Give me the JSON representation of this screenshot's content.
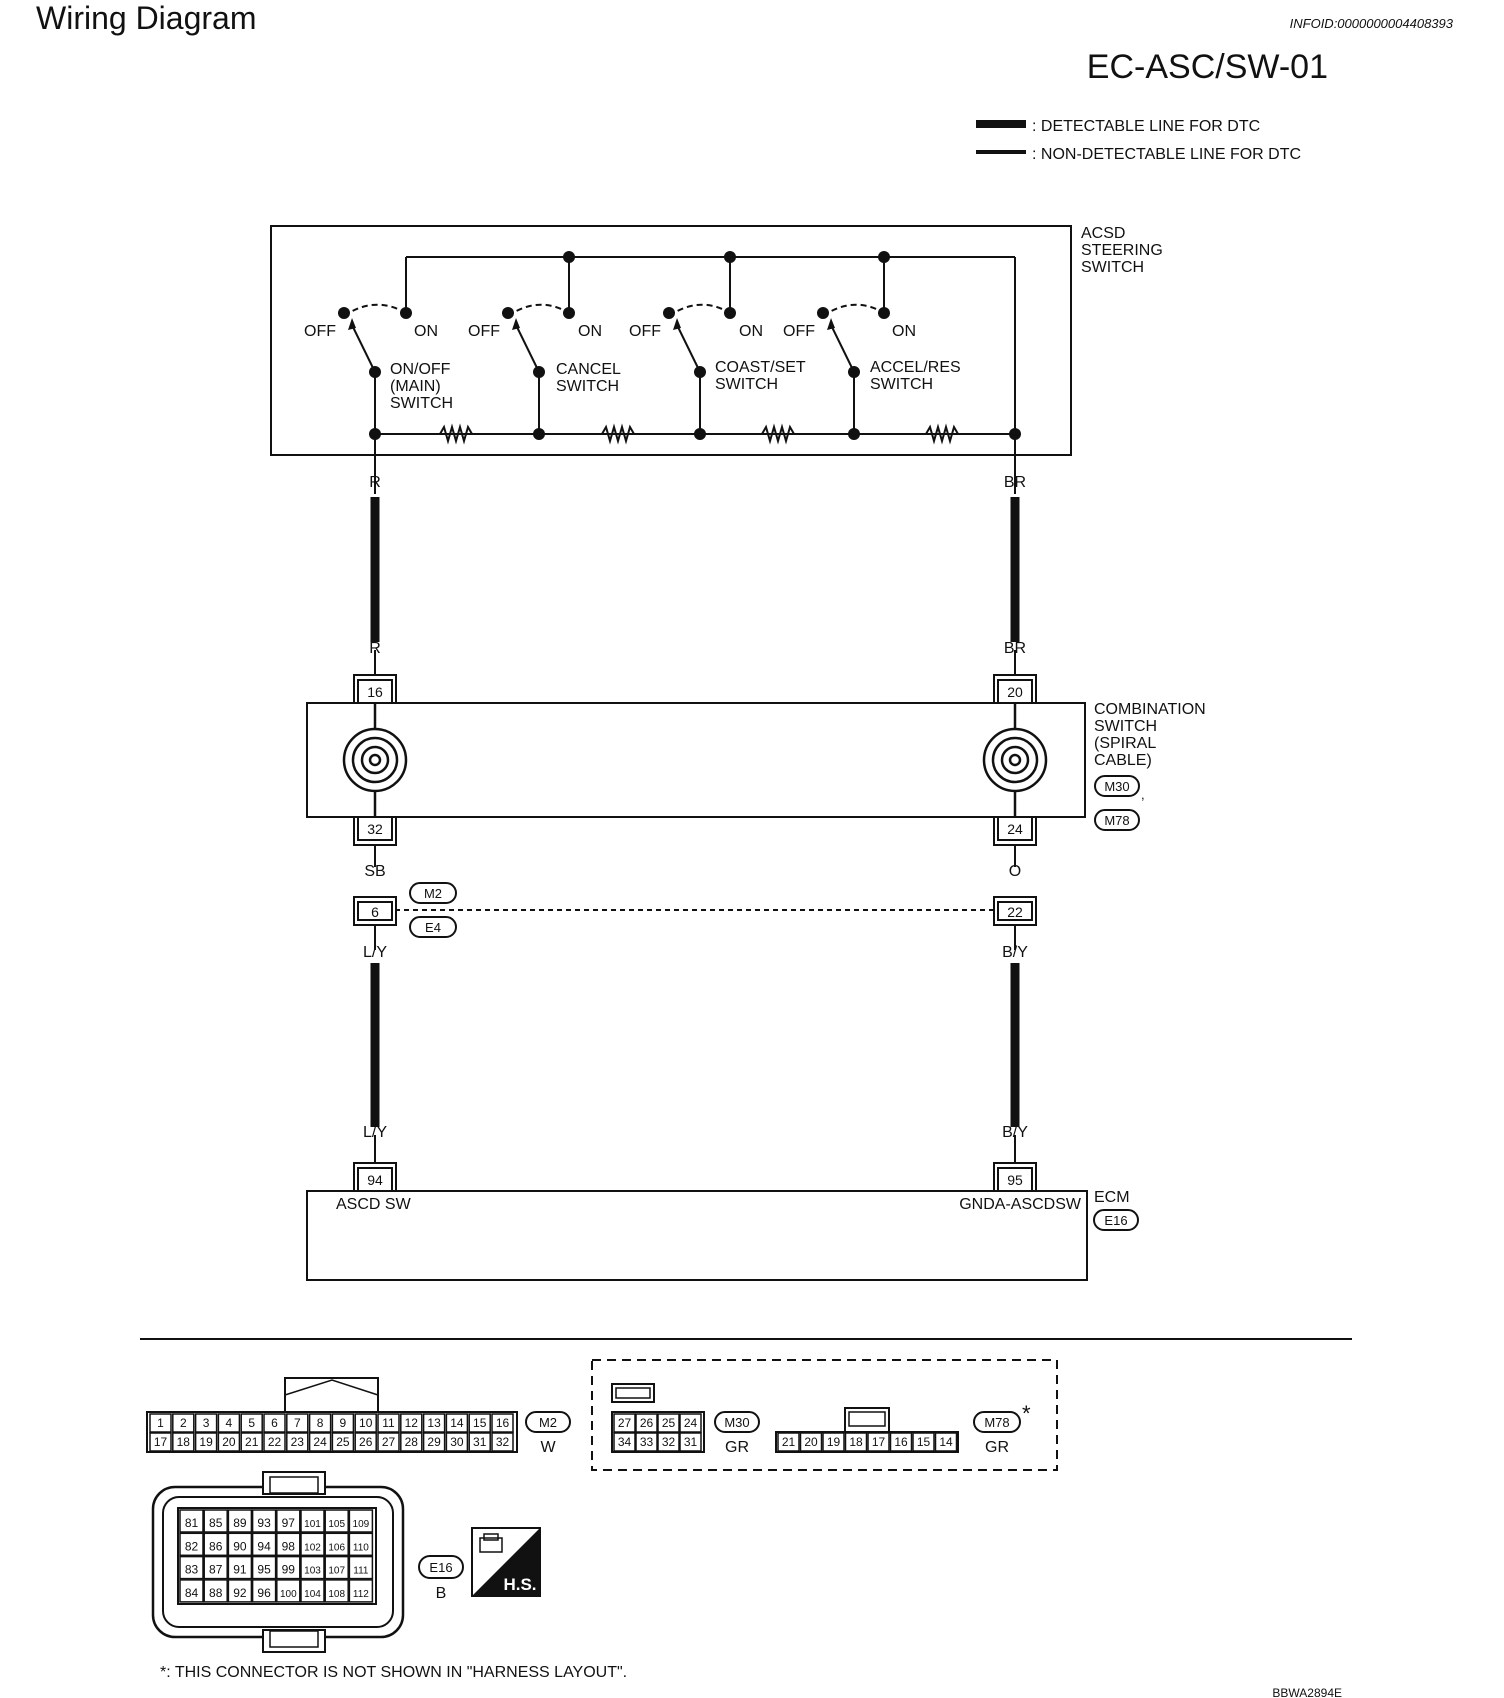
{
  "header": {
    "title": "Wiring Diagram",
    "info_id": "INFOID:0000000004408393",
    "diagram_code": "EC-ASC/SW-01"
  },
  "legend": {
    "detectable": ": DETECTABLE LINE FOR DTC",
    "non_detectable": ": NON-DETECTABLE LINE FOR DTC"
  },
  "steering_switch": {
    "title": [
      "ACSD",
      "STEERING",
      "SWITCH"
    ],
    "off_label": "OFF",
    "on_label": "ON",
    "switches": [
      {
        "label": [
          "ON/OFF",
          "(MAIN)",
          "SWITCH"
        ]
      },
      {
        "label": [
          "CANCEL",
          "SWITCH"
        ]
      },
      {
        "label": [
          "COAST/SET",
          "SWITCH"
        ]
      },
      {
        "label": [
          "ACCEL/RES",
          "SWITCH"
        ]
      }
    ]
  },
  "wires": {
    "left_top": "R",
    "left_top2": "R",
    "right_top": "BR",
    "right_top2": "BR",
    "left_mid": "SB",
    "right_mid": "O",
    "left_low": "L/Y",
    "left_low2": "L/Y",
    "right_low": "B/Y",
    "right_low2": "B/Y"
  },
  "combination_switch": {
    "title": [
      "COMBINATION",
      "SWITCH",
      "(SPIRAL",
      "CABLE)"
    ],
    "connectors": [
      "M30",
      "M78"
    ],
    "pins": {
      "left_in": "16",
      "right_in": "20",
      "left_out": "32",
      "right_out": "24"
    }
  },
  "harness_connector": {
    "ids": [
      "M2",
      "E4"
    ],
    "pins": {
      "left": "6",
      "right": "22"
    }
  },
  "ecm": {
    "title": "ECM",
    "connector": "E16",
    "pins": {
      "left": "94",
      "right": "95"
    },
    "pin_labels": {
      "left": "ASCD SW",
      "right": "GNDA-ASCDSW"
    }
  },
  "connector_views": {
    "m2": {
      "id": "M2",
      "color": "W",
      "row1": [
        "1",
        "2",
        "3",
        "4",
        "5",
        "6",
        "7",
        "8",
        "9",
        "10",
        "11",
        "12",
        "13",
        "14",
        "15",
        "16"
      ],
      "row2": [
        "17",
        "18",
        "19",
        "20",
        "21",
        "22",
        "23",
        "24",
        "25",
        "26",
        "27",
        "28",
        "29",
        "30",
        "31",
        "32"
      ]
    },
    "m30": {
      "id": "M30",
      "color": "GR",
      "row1": [
        "27",
        "26",
        "25",
        "24"
      ],
      "row2": [
        "34",
        "33",
        "32",
        "31"
      ]
    },
    "m78": {
      "id": "M78",
      "color": "GR",
      "row": [
        "21",
        "20",
        "19",
        "18",
        "17",
        "16",
        "15",
        "14"
      ]
    },
    "e16": {
      "id": "E16",
      "color": "B",
      "rows": [
        [
          "81",
          "85",
          "89",
          "93",
          "97",
          "101",
          "105",
          "109"
        ],
        [
          "82",
          "86",
          "90",
          "94",
          "98",
          "102",
          "106",
          "110"
        ],
        [
          "83",
          "87",
          "91",
          "95",
          "99",
          "103",
          "107",
          "111"
        ],
        [
          "84",
          "88",
          "92",
          "96",
          "100",
          "104",
          "108",
          "112"
        ]
      ]
    },
    "hs_label": "H.S."
  },
  "footnote": {
    "asterisk": "*",
    "text": "*: THIS CONNECTOR IS NOT SHOWN IN \"HARNESS LAYOUT\"."
  },
  "figure_code": "BBWA2894E"
}
